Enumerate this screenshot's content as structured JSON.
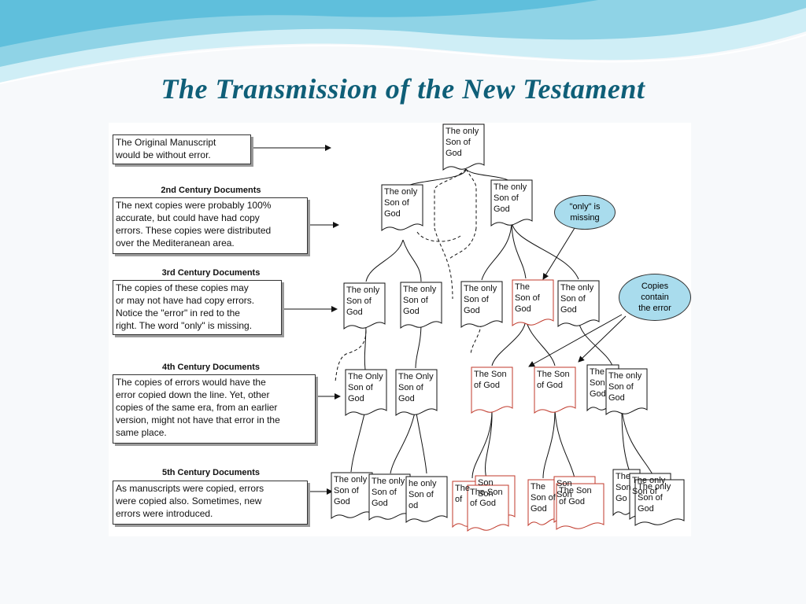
{
  "slide": {
    "title": "The Transmission of the New Testament",
    "colors": {
      "title": "#0f5f78",
      "wave": "#7fd0e6",
      "error_doc": "#c0392b",
      "bubble": "#a9dced"
    }
  },
  "notes": {
    "original": "The Original Manuscript\nwould be without error.",
    "c2_heading": "2nd Century Documents",
    "c2": "The next copies were probably 100%\naccurate, but could have had copy\nerrors.  These copies were distributed\nover the Mediteranean area.",
    "c3_heading": "3rd Century Documents",
    "c3": "The copies of these copies may\nor may not have had copy errors.\nNotice the \"error\" in red to the\nright.  The word \"only\" is missing.",
    "c4_heading": "4th Century Documents",
    "c4": "The copies of errors would have the\nerror copied down the line.  Yet, other\ncopies of the same era, from an earlier\nversion, might not have that error in the\nsame place.",
    "c5_heading": "5th Century Documents",
    "c5": "As manuscripts were copied, errors\nwere copied also.  Sometimes, new\nerrors were introduced."
  },
  "bubbles": {
    "only_missing": "\"only\" is\nmissing",
    "contain_error": "Copies\ncontain\nthe error"
  },
  "docs": {
    "original": "The only\nSon of\nGod",
    "c2": [
      "The only\nSon of\nGod",
      "The only\nSon of\nGod"
    ],
    "c3": [
      "The only\nSon of\nGod",
      "The only\nSon of\nGod",
      "The only\nSon of\nGod",
      "The\nSon of\nGod",
      "The only\nSon of\nGod"
    ],
    "c4": [
      "The Only\nSon of\nGod",
      "The Only\nSon of\nGod",
      "The Son\nof God",
      "The Son\nof God",
      "The\nSon\nGod",
      "The only\nSon of\nGod"
    ],
    "c5": [
      "The only\nSon of\nGod",
      "The only\nSon of\nGod",
      "he only\nSon of\nod",
      "The\nof",
      "Son\nSon",
      "The  Son\nof God",
      "The\nSon of\nGod",
      "Son\nSon",
      "The Son\nof God",
      "The\nSon\nGo",
      "The only\nSon of",
      "The only\nSon of\nGod"
    ]
  }
}
